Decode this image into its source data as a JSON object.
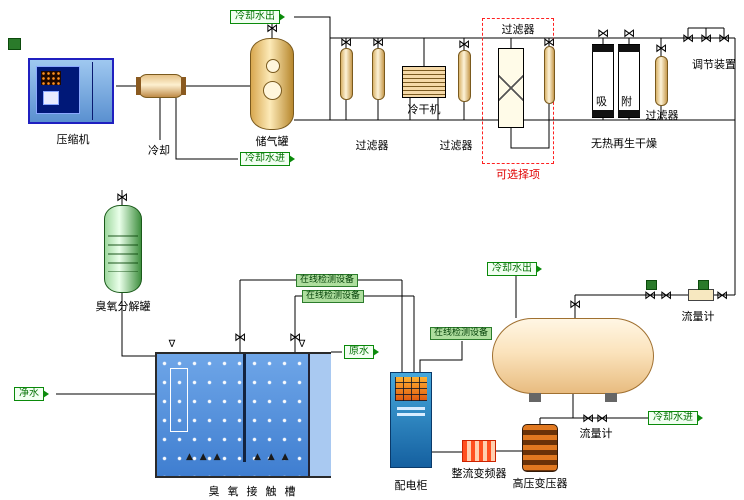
{
  "labels": {
    "compressor": "压缩机",
    "cooling": "冷却",
    "cooling_water_out": "冷却水出",
    "cooling_water_in": "冷却水进",
    "storage_tank": "储气罐",
    "filter": "过滤器",
    "cold_dryer": "冷干机",
    "optional_item": "可选择项",
    "adsorption": "吸附",
    "heatless_dryer": "无热再生干燥",
    "regulator": "调节装置",
    "ozone_decomp_tank": "臭氧分解罐",
    "ozone_contact_tank": "臭氧接触槽",
    "raw_water": "原水",
    "clean_water": "净水",
    "power_cabinet": "配电柜",
    "rectifier": "整流变频器",
    "hv_transformer": "高压变压器",
    "flow_meter": "流量计",
    "online_detection": "在线检测设备"
  },
  "icons": {
    "valve": "⋈",
    "level_indicator": "∇",
    "diffusers": "▲ ▲ ▲"
  },
  "colors": {
    "pipe": "#000000",
    "banner_green": "#0a8a0a",
    "optional_red": "#ff2020",
    "water_blue": "#3f7ed0",
    "vessel_cream": "#fdf3d8",
    "decomp_green": "#3f8f3f",
    "cabinet_blue": "#1560a0"
  }
}
